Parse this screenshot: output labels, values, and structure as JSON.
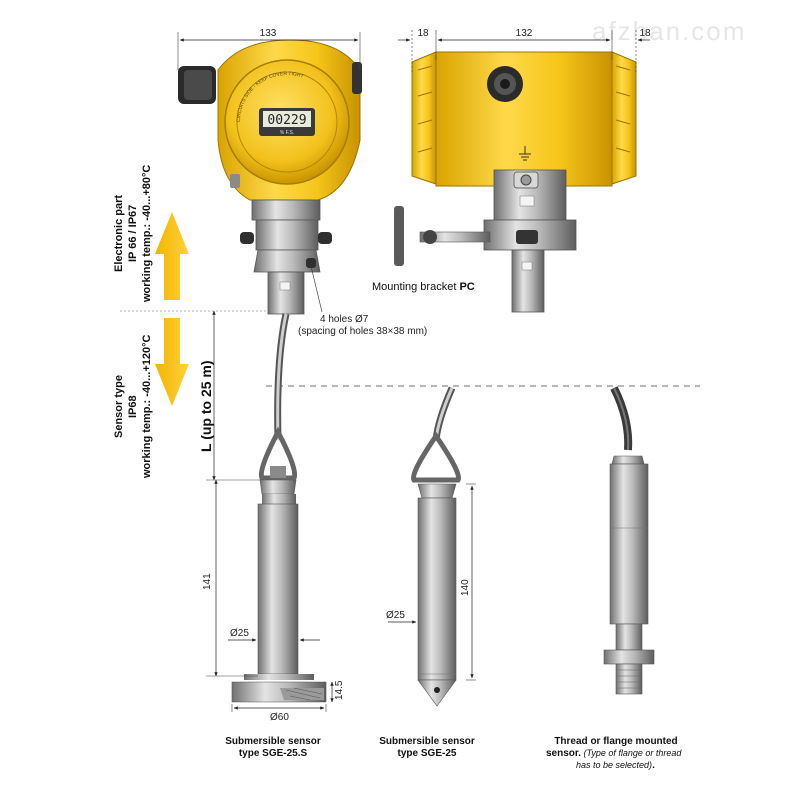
{
  "watermark": "afzhan.com",
  "display_value": "00229",
  "display_unit": "% F.S.",
  "housing_text": "CIRCUITS SIDE - KEEP COVER TIGHT",
  "dimensions": {
    "front_width": "133",
    "side_left": "18",
    "side_width": "132",
    "side_right": "18",
    "length": "L (up to  25 m)",
    "sge25s_height": "141",
    "sge25s_dia": "Ø25",
    "sge25s_base_dia": "Ø60",
    "sge25s_base_h": "14.5",
    "sge25_height": "140",
    "sge25_dia": "Ø25"
  },
  "annotations": {
    "holes_line1": "4 holes Ø7",
    "holes_line2": "(spacing of holes 38×38 mm)",
    "bracket_prefix": "Mounting bracket ",
    "bracket_code": "PC"
  },
  "electronic": {
    "line1": "Electronic part",
    "line2": "IP 66 / IP67",
    "line3": "working temp.: -40...+80°C"
  },
  "sensor": {
    "line1": "Sensor type",
    "line2": "IP68",
    "line3": "working temp.: -40...+120°C"
  },
  "captions": {
    "sge25s_line1": "Submersible sensor",
    "sge25s_line2": "type SGE-25.S",
    "sge25_line1": "Submersible sensor",
    "sge25_line2": "type SGE-25",
    "thread_line1": "Thread or flange mounted",
    "thread_line2_bold": "sensor.",
    "thread_line2_italic": " (Type of flange or thread",
    "thread_line3_italic": "has to be selected)",
    "thread_line3_end": "."
  }
}
